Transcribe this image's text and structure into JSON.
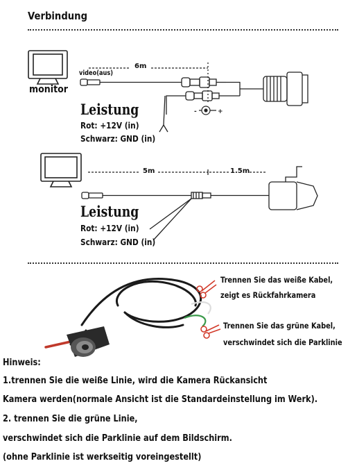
{
  "title": "Verbindung",
  "diagram1": {
    "monitor_label": "monitor",
    "video_label": "video(aus)",
    "length_label": "6m",
    "polarity_label": "- ·○· +",
    "power": {
      "title": "Leistung",
      "red": "Rot: +12V (in)",
      "black": "Schwarz: GND (in)"
    }
  },
  "diagram2": {
    "length_main": "5m",
    "length_short": "1.5m",
    "power": {
      "title": "Leistung",
      "red": "Rot: +12V (in)",
      "black": "Schwarz: GND (in)"
    }
  },
  "photo": {
    "white_cut_line1": "Trennen Sie das weiße Kabel,",
    "white_cut_line2": "zeigt es Rückfahrkamera",
    "green_cut_line1": "Trennen Sie das grüne Kabel,",
    "green_cut_line2": "verschwindet sich die Parklinie"
  },
  "notes": {
    "heading": "Hinweis:",
    "line1": "1.trennen Sie die weiße Linie, wird die Kamera Rückansicht",
    "line2": "Kamera werden(normale Ansicht ist die Standardeinstellung im Werk).",
    "line3": "2. trennen Sie die grüne Linie,",
    "line4": "verschwindet sich die Parklinie auf dem Bildschirm.",
    "line5": "(ohne Parklinie ist werkseitig voreingestellt)"
  },
  "colors": {
    "red_wire": "#c0392b",
    "scissors": "#d23a2a"
  }
}
